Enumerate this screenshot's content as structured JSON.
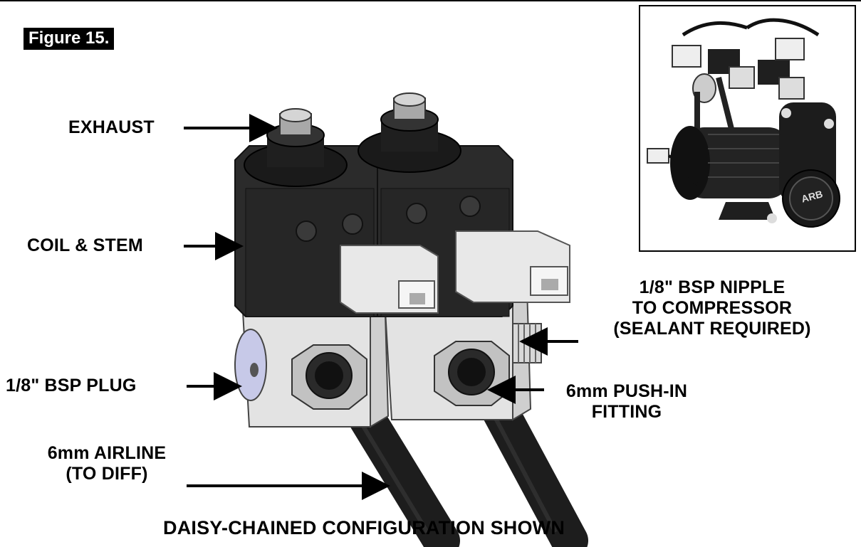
{
  "figure_label": "Figure 15.",
  "labels": {
    "exhaust": "EXHAUST",
    "coil_stem": "COIL & STEM",
    "bsp_plug": "1/8\" BSP PLUG",
    "airline_1": "6mm AIRLINE",
    "airline_2": "(TO DIFF)",
    "nipple_1": "1/8\" BSP NIPPLE",
    "nipple_2": "TO COMPRESSOR",
    "nipple_3": "(SEALANT REQUIRED)",
    "pushin_1": "6mm PUSH-IN",
    "pushin_2": "FITTING"
  },
  "caption": "DAISY-CHAINED CONFIGURATION SHOWN",
  "inset_logo": "ARB"
}
